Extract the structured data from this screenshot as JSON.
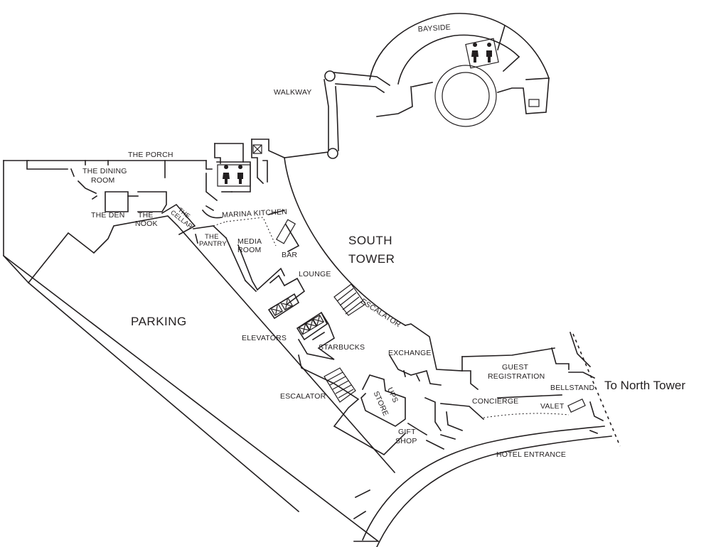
{
  "labels": {
    "walkway": "WALKWAY",
    "bayside": "BAYSIDE",
    "the_porch": "THE PORCH",
    "the_dining_room_1": "THE DINING",
    "the_dining_room_2": "ROOM",
    "the_den": "THE DEN",
    "the_nook_1": "THE",
    "the_nook_2": "NOOK",
    "the_cellar_1": "THE",
    "the_cellar_2": "CELLAR",
    "the_pantry_1": "THE",
    "the_pantry_2": "PANTRY",
    "marina_kitchen": "MARINA KITCHEN",
    "media_room_1": "MEDIA",
    "media_room_2": "ROOM",
    "bar": "BAR",
    "lounge": "LOUNGE",
    "south_tower_1": "SOUTH",
    "south_tower_2": "TOWER",
    "parking": "PARKING",
    "elevators": "ELEVATORS",
    "escalator_upper": "ESCALATOR",
    "escalator_lower": "ESCALATOR",
    "starbucks": "STARBUCKS",
    "exchange": "EXCHANGE",
    "guest_registration_1": "GUEST",
    "guest_registration_2": "REGISTRATION",
    "bellstand": "BELLSTAND",
    "to_north_tower": "To North Tower",
    "concierge": "CONCIERGE",
    "valet": "VALET",
    "ups_store_1": "UPS",
    "ups_store_2": "STORE",
    "gift_shop_1": "GIFT",
    "gift_shop_2": "SHOP",
    "hotel_entrance": "HOTEL ENTRANCE"
  },
  "icons": {
    "restroom": "restroom-icon",
    "elevator": "elevator-icon",
    "escalator": "escalator-icon"
  },
  "colors": {
    "line": "#231f20",
    "background": "#ffffff"
  }
}
